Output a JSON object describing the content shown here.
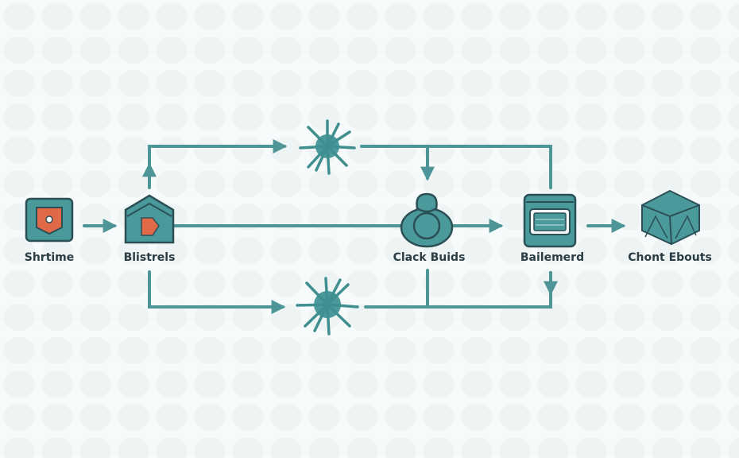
{
  "colors": {
    "line": "#4e9597",
    "fill": "#4a9a9b",
    "stroke": "#2c4f56",
    "accent": "#e06a47",
    "background": "#f7fafa"
  },
  "nodes": [
    {
      "id": "shrtime",
      "label": "Shrtime",
      "icon": "shield-badge-icon"
    },
    {
      "id": "blistrels",
      "label": "Blistrels",
      "icon": "house-icon"
    },
    {
      "id": "clack-buids",
      "label": "Clack Buids",
      "icon": "person-icon"
    },
    {
      "id": "bailemerd",
      "label": "Bailemerd",
      "icon": "server-box-icon"
    },
    {
      "id": "chont-ebouts",
      "label": "Chont Ebouts",
      "icon": "cube-icon"
    }
  ],
  "hubs": [
    {
      "id": "top-hub",
      "icon": "starburst-icon"
    },
    {
      "id": "bottom-hub",
      "icon": "starburst-icon"
    }
  ]
}
